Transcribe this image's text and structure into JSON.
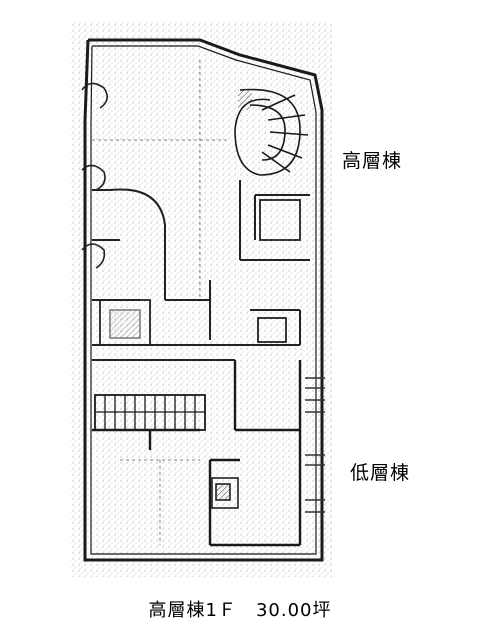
{
  "labels": {
    "high_rise": "高層棟",
    "low_rise": "低層棟"
  },
  "caption": "高層棟1Ｆ　30.00坪",
  "colors": {
    "ink": "#1a1a1a",
    "paper": "#ffffff"
  }
}
